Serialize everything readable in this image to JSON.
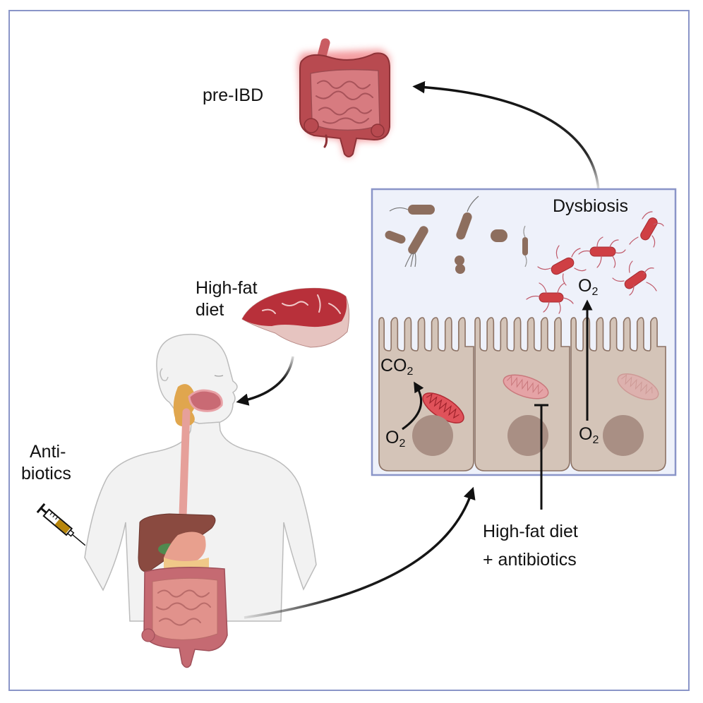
{
  "figure": {
    "title": "Pathway from high-fat diet and antibiotics to dysbiosis and pre-IBD",
    "frame_color": "#8a95c8",
    "inset_bg": "#eef1fa"
  },
  "labels": {
    "pre_ibd": "pre-IBD",
    "high_fat_diet_line1": "High-fat",
    "high_fat_diet_line2": "diet",
    "antibiotics_line1": "Anti-",
    "antibiotics_line2": "biotics",
    "dysbiosis": "Dysbiosis",
    "combined_line1": "High-fat diet",
    "combined_line2": "+ antibiotics"
  },
  "inset": {
    "co2_base": "CO",
    "co2_sub": "2",
    "o2_base": "O",
    "o2_sub": "2",
    "cells": [
      {
        "mitochondria_state": "active"
      },
      {
        "mitochondria_state": "inhibited"
      },
      {
        "mitochondria_state": "faded"
      }
    ]
  },
  "icons": {
    "organ": "colon-inflamed-icon",
    "meat": "steak-icon",
    "syringe": "syringe-icon",
    "human": "human-digestive-system-icon"
  },
  "colors": {
    "inflamed": "#c24a4f",
    "healthy_gut": "#d88a8a",
    "cell_fill": "#d4c4b8",
    "cell_stroke": "#8c7264",
    "nucleus": "#a98f84",
    "commensal": "#8d6e5e",
    "pathobiont": "#cf3f44",
    "mito_active": "#e0525a",
    "arrow": "#111111"
  }
}
